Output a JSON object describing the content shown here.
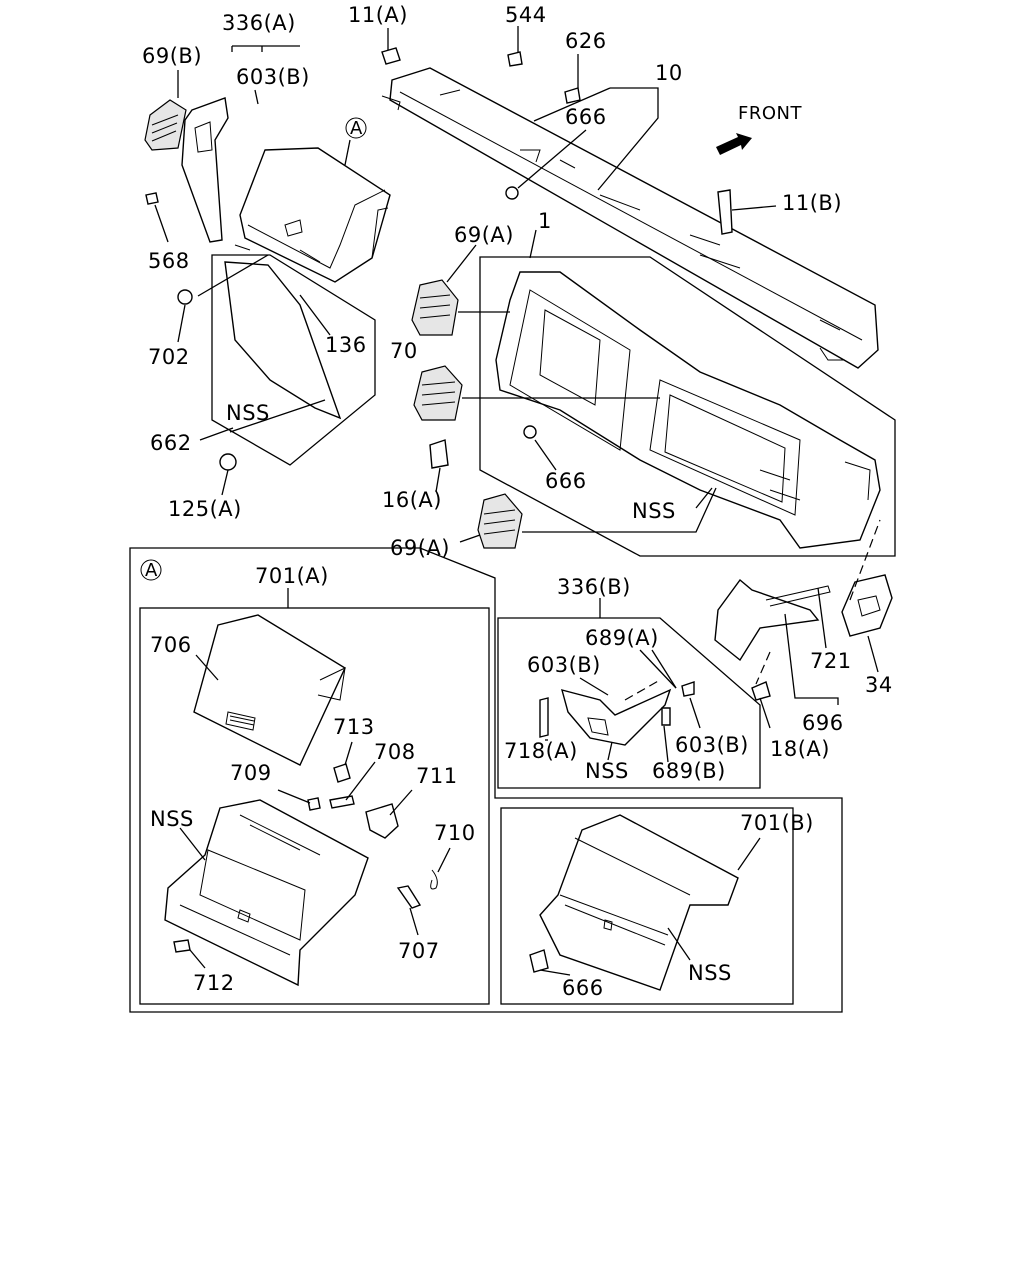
{
  "orientation": {
    "front_label": "FRONT"
  },
  "callouts": {
    "c336A": "336(A)",
    "c69B": "69(B)",
    "c603B_top": "603(B)",
    "cA_marker": "A",
    "c568": "568",
    "c702": "702",
    "c136": "136",
    "cNSS_left": "NSS",
    "c662": "662",
    "c125A": "125(A)",
    "c11A": "11(A)",
    "c544": "544",
    "c626": "626",
    "c10": "10",
    "c666_top": "666",
    "c11B": "11(B)",
    "c1": "1",
    "c69A_top": "69(A)",
    "c70": "70",
    "c666_mid": "666",
    "c16A": "16(A)",
    "cNSS_mid": "NSS",
    "c69A_bot": "69(A)",
    "c34": "34",
    "c721": "721",
    "c696": "696",
    "c18A": "18(A)",
    "c336B": "336(B)",
    "c689A": "689(A)",
    "c603B_mid": "603(B)",
    "c718A": "718(A)",
    "cNSS_336B": "NSS",
    "c603B_right": "603(B)",
    "c689B": "689(B)"
  },
  "detail_a": {
    "marker": "A",
    "c701A": "701(A)",
    "c706": "706",
    "c713": "713",
    "c708": "708",
    "c709": "709",
    "c711": "711",
    "cNSS": "NSS",
    "c710": "710",
    "c707": "707",
    "c712": "712"
  },
  "detail_b": {
    "c701B": "701(B)",
    "cNSS": "NSS",
    "c666": "666"
  }
}
